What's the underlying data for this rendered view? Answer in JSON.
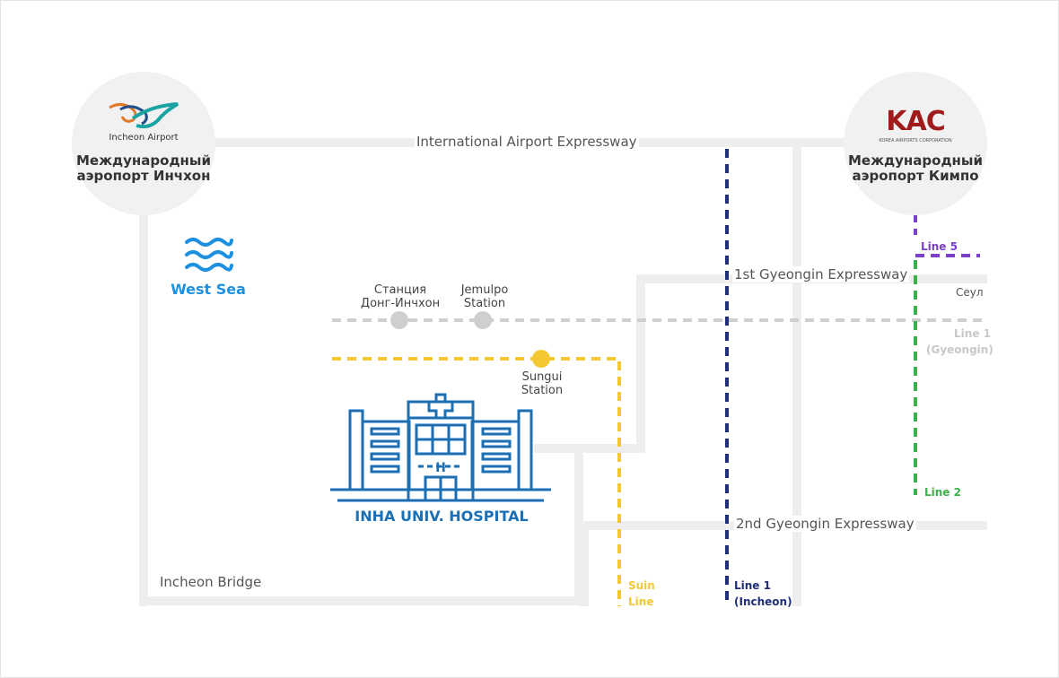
{
  "airports": {
    "incheon": {
      "logo_text": "Incheon Airport",
      "name_line1": "Международный",
      "name_line2": "аэропорт Инчхон"
    },
    "gimpo": {
      "logo_text": "KAC",
      "logo_subtext": "KOREA AIRPORTS CORPORATION",
      "name_line1": "Международный",
      "name_line2": "аэропорт Кимпо"
    }
  },
  "roads": {
    "airport_expressway": "International Airport Expressway",
    "gyeongin_1": "1st Gyeongin Expressway",
    "gyeongin_2": "2nd Gyeongin Expressway",
    "bridge": "Incheon Bridge"
  },
  "west_sea": {
    "label": "West Sea",
    "icon": "waves-icon"
  },
  "stations": {
    "dong_incheon": {
      "line1": "Станция",
      "line2": "Донг-Инчхон"
    },
    "jemulpo": {
      "line1": "Jemulpo",
      "line2": "Station"
    },
    "sungui": {
      "line1": "Sungui",
      "line2": "Station"
    }
  },
  "places": {
    "seoul": "Сеул"
  },
  "subway_lines": {
    "line5": {
      "label": "Line 5",
      "color": "#7b3fc8"
    },
    "line1_gyeongin": {
      "line1": "Line 1",
      "line2": "(Gyeongin)",
      "color": "#cfcfcf"
    },
    "line2": {
      "label": "Line 2",
      "color": "#3cb04a"
    },
    "suin": {
      "line1": "Suin",
      "line2": "Line",
      "color": "#f5c833"
    },
    "line1_incheon": {
      "line1": "Line 1",
      "line2": "(Incheon)",
      "color": "#1f2f7a"
    }
  },
  "hospital": {
    "label": "INHA UNIV. HOSPITAL",
    "icon": "hospital-building-icon",
    "color": "#1b6fb5"
  },
  "colors": {
    "road": "#eeeeee",
    "west_sea": "#1e90e0",
    "kac_logo": "#a01c1c"
  }
}
